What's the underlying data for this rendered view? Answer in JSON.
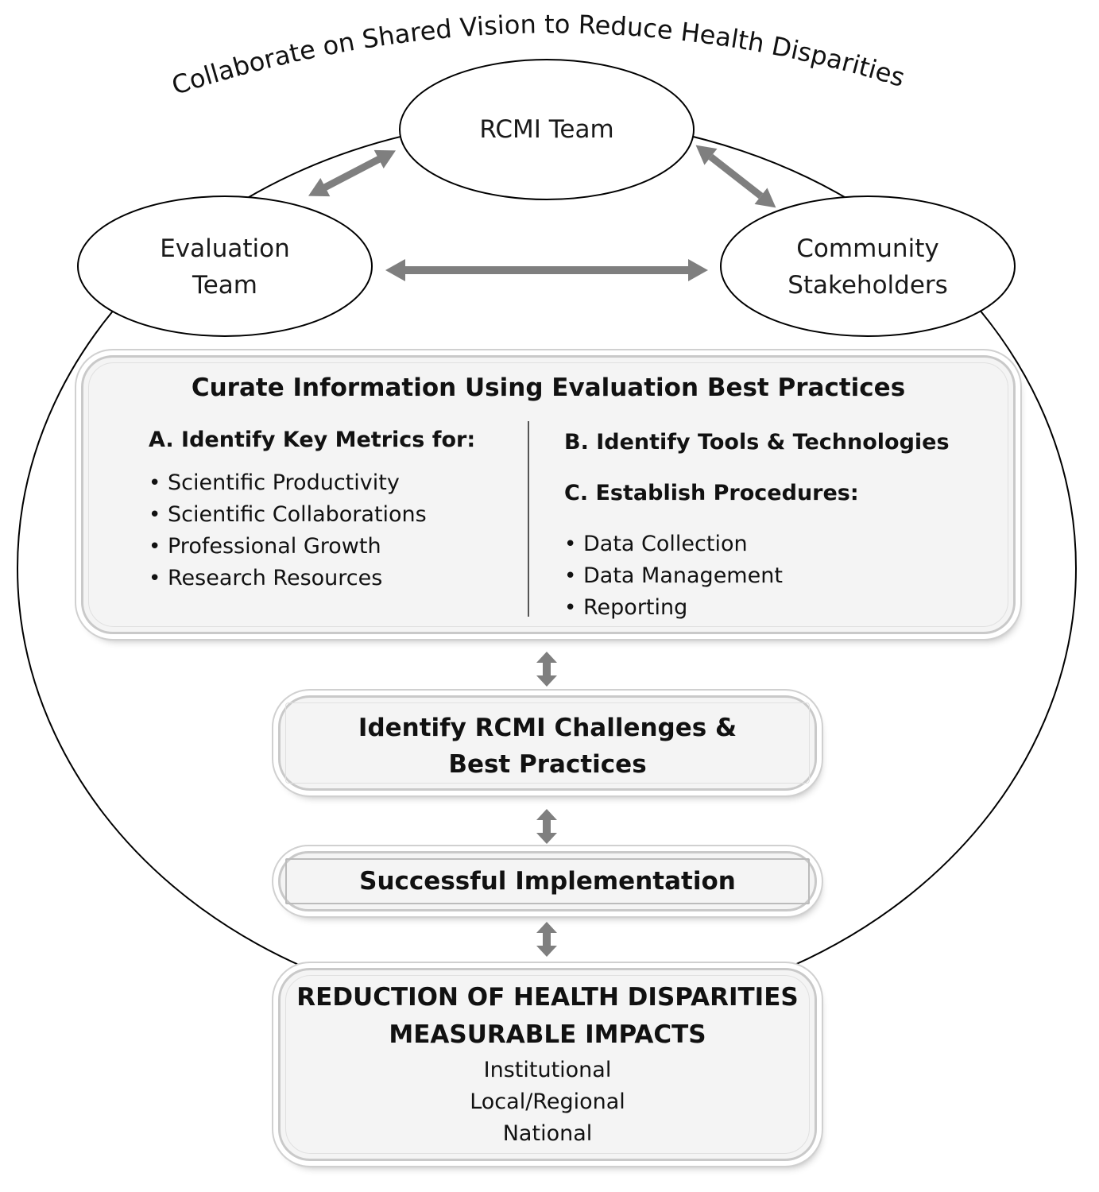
{
  "arc_caption": "Collaborate on Shared Vision to Reduce Health Disparities",
  "ellipses": {
    "rcmi": [
      "RCMI Team"
    ],
    "evaluation": [
      "Evaluation",
      "Team"
    ],
    "community": [
      "Community",
      "Stakeholders"
    ]
  },
  "curate": {
    "title": "Curate Information Using Evaluation Best Practices",
    "section_a": {
      "heading": "A. Identify Key Metrics for:",
      "items": [
        "Scientific Productivity",
        "Scientific Collaborations",
        "Professional Growth",
        "Research Resources"
      ]
    },
    "section_b": {
      "heading": "B. Identify Tools & Technologies"
    },
    "section_c": {
      "heading": "C. Establish Procedures:",
      "items": [
        "Data Collection",
        "Data Management",
        "Reporting"
      ]
    }
  },
  "challenges": {
    "lines": [
      "Identify RCMI Challenges &",
      "Best Practices"
    ]
  },
  "implementation": {
    "label": "Successful Implementation"
  },
  "reduction": {
    "headings": [
      "REDUCTION OF HEALTH DISPARITIES",
      "MEASURABLE IMPACTS"
    ],
    "levels": [
      "Institutional",
      "Local/Regional",
      "National"
    ]
  },
  "colors": {
    "arrow": "#7f7f7f",
    "box_fill": "#f4f4f4",
    "outline": "#000000"
  }
}
